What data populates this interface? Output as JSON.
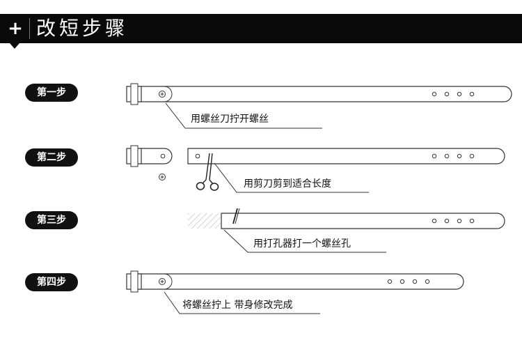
{
  "header": {
    "title": "改短步骤",
    "plus_icon": "plus-icon"
  },
  "steps": [
    {
      "badge": "第一步",
      "caption": "用螺丝刀拧开螺丝"
    },
    {
      "badge": "第二步",
      "caption": "用剪刀剪到适合长度"
    },
    {
      "badge": "第三步",
      "caption": "用打孔器打一个螺丝孔"
    },
    {
      "badge": "第四步",
      "caption": "将螺丝拧上 带身修改完成"
    }
  ],
  "colors": {
    "header_bg": "#0a0a0a",
    "badge_bg": "#111111",
    "line": "#333333"
  },
  "icons": [
    "screw-icon",
    "scissors-icon",
    "hole-punch-icon"
  ]
}
